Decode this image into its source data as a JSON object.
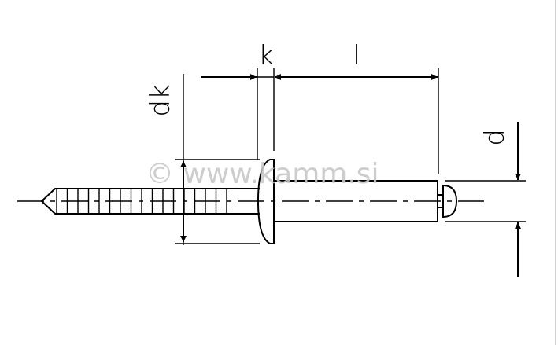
{
  "diagram": {
    "labels": {
      "head_diameter": "dk",
      "head_height": "k",
      "length": "l",
      "diameter": "d"
    },
    "watermark": "© www.kamm.si"
  }
}
